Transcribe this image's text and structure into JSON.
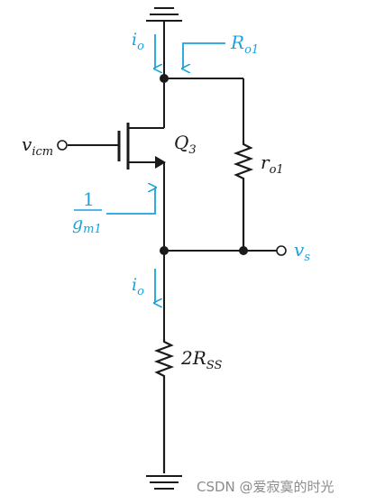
{
  "colors": {
    "wire": "#1a1a1a",
    "accent": "#1aa3e0",
    "watermark": "#8c8c8c"
  },
  "labels": {
    "io_top": {
      "main": "i",
      "sub": "o"
    },
    "ro_out": {
      "main": "R",
      "sub": "o1"
    },
    "vicm": {
      "main": "v",
      "sub": "icm"
    },
    "q3": {
      "main": "Q",
      "sub": "3"
    },
    "ro1": {
      "main": "r",
      "sub": "o1"
    },
    "gm_num": "1",
    "gm_den": {
      "main": "g",
      "sub": "m1"
    },
    "vs": {
      "main": "v",
      "sub": "s"
    },
    "io_bottom": {
      "main": "i",
      "sub": "o"
    },
    "rss": {
      "main": "2R",
      "sub": "SS"
    }
  },
  "watermark": "CSDN @爱寂寞的时光",
  "icons": [
    "ground-symbol-top",
    "ground-symbol-bottom",
    "nmos-transistor",
    "resistor-ro1",
    "resistor-2rss",
    "current-arrow-io-top",
    "current-arrow-io-bottom",
    "resistance-arrow-ro",
    "resistance-arrow-gm"
  ]
}
